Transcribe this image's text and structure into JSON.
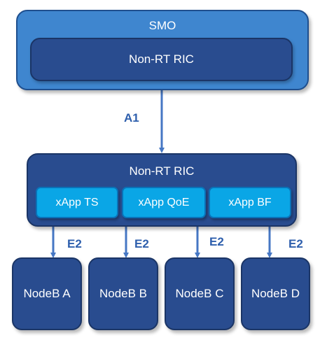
{
  "diagram": {
    "smo": {
      "label": "SMO"
    },
    "non_rt_ric_top": {
      "label": "Non-RT RIC"
    },
    "non_rt_ric_main": {
      "label": "Non-RT RIC"
    },
    "xapps": [
      {
        "label": "xApp TS"
      },
      {
        "label": "xApp QoE"
      },
      {
        "label": "xApp BF"
      }
    ],
    "nodes": [
      {
        "label": "NodeB A"
      },
      {
        "label": "NodeB B"
      },
      {
        "label": "NodeB C"
      },
      {
        "label": "NodeB D"
      }
    ],
    "interfaces": {
      "a1": "A1",
      "e2": [
        "E2",
        "E2",
        "E2",
        "E2"
      ]
    },
    "colors": {
      "smo_fill": "#3f86cf",
      "dark_box_fill": "#294c8f",
      "xapp_fill": "#0aa6e6",
      "connector": "#4677c4",
      "label_text": "#2e5fad"
    }
  }
}
